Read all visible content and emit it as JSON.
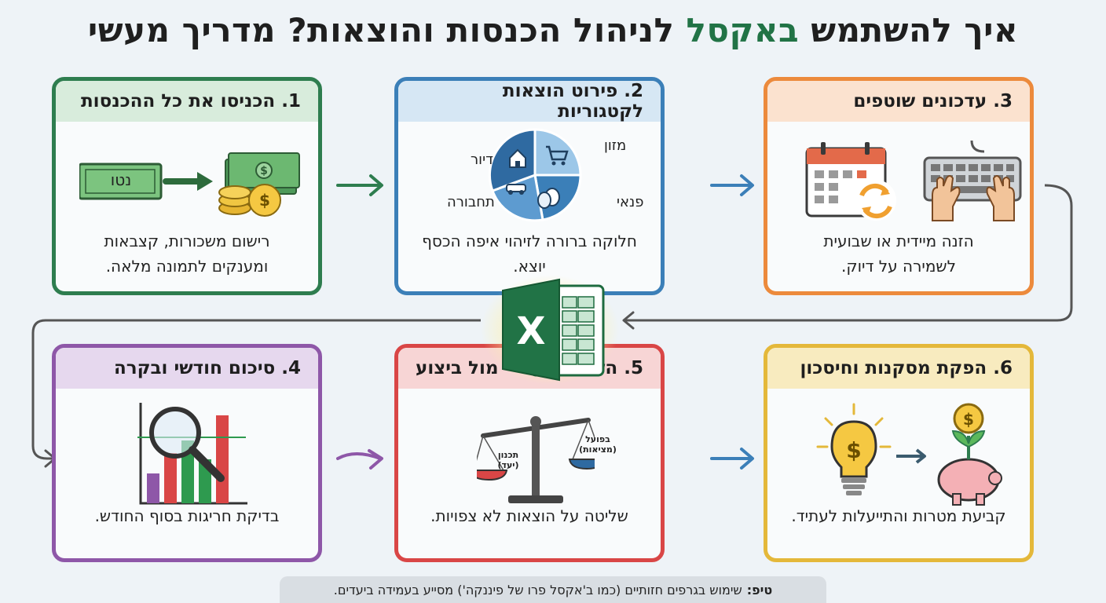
{
  "title": {
    "part1": "איך להשתמש ",
    "highlight": "באקסל",
    "part2": " לניהול הכנסות והוצאות? מדריך מעשי"
  },
  "cards": [
    {
      "heading": "1. הכניסו את כל ההכנסות",
      "desc_line1": "רישום משכורות, קצבאות",
      "desc_line2": "ומענקים לתמונה מלאה.",
      "net_label": "נטו"
    },
    {
      "heading": "2. פירוט הוצאות לקטגוריות",
      "desc_line1": "חלוקה ברורה לזיהוי איפה הכסף יוצא.",
      "categories": [
        "מזון",
        "דיור",
        "תחבורה",
        "פנאי"
      ]
    },
    {
      "heading": "3. עדכונים שוטפים",
      "desc_line1": "הזנה מיידית או שבועית",
      "desc_line2": "לשמירה על דיוק."
    },
    {
      "heading": "4. סיכום חודשי ובקרה",
      "desc_line1": "בדיקת חריגות בסוף החודש."
    },
    {
      "heading_a": "5. השוואה:",
      "heading_b": "מול ביצוע",
      "desc_line1": "שליטה על הוצאות לא צפויות.",
      "scale_left_top": "תכנון",
      "scale_left_bottom": "(יעד)",
      "scale_right_top": "בפועל",
      "scale_right_bottom": "(מציאות)"
    },
    {
      "heading": "6. הפקת מסקנות וחיסכון",
      "desc_line1": "קביעת מטרות והתייעלות לעתיד."
    }
  ],
  "tip": {
    "label": "טיפ:",
    "text": "שימוש בגרפים חזותיים (כמו ב'אקסל פרו של פיננקה') מסייע בעמידה ביעדים."
  },
  "colors": {
    "green": "#2e7d4f",
    "blue": "#3b7fb8",
    "orange": "#ec8a3c",
    "purple": "#8e57a8",
    "red": "#d94646",
    "yellow": "#e4b83a",
    "excel": "#217346"
  }
}
